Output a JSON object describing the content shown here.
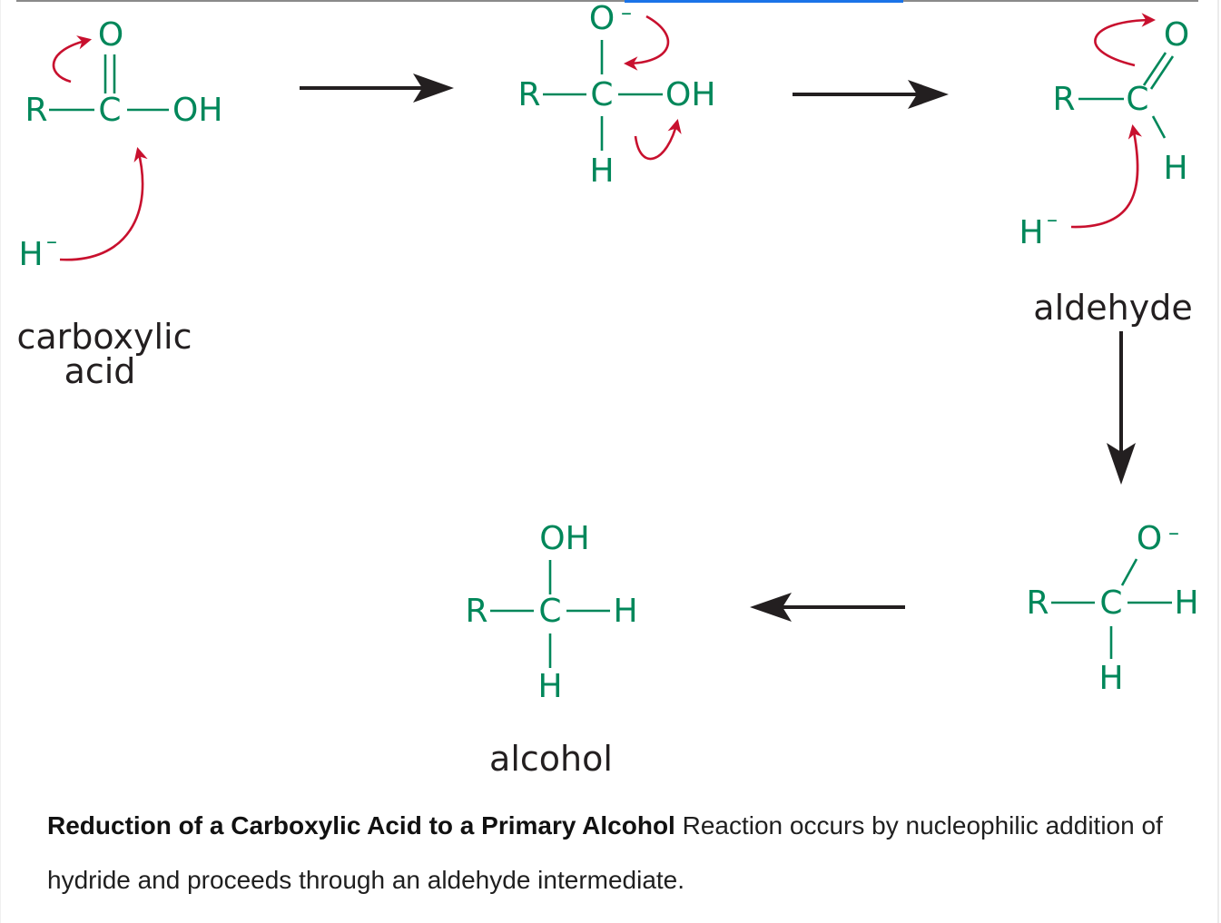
{
  "atoms": {
    "R": "R",
    "C": "C",
    "O": "O",
    "OH": "OH",
    "H": "H",
    "O_minus": "O",
    "minus_sign": "–",
    "H_minus": "H",
    "hydride_charge": "–"
  },
  "labels": {
    "carboxylic_line1": "carboxylic",
    "carboxylic_line2": "acid",
    "aldehyde": "aldehyde",
    "alcohol": "alcohol"
  },
  "caption": {
    "title": "Reduction of a Carboxylic Acid to a Primary Alcohol",
    "text": " Reaction occurs by nucleophilic addition of hydride and proceeds through an aldehyde intermediate."
  },
  "colors": {
    "atom_green": "#00875a",
    "arrow_red": "#c8102e",
    "arrow_black": "#231f20",
    "accent_blue": "#1a73e8"
  }
}
